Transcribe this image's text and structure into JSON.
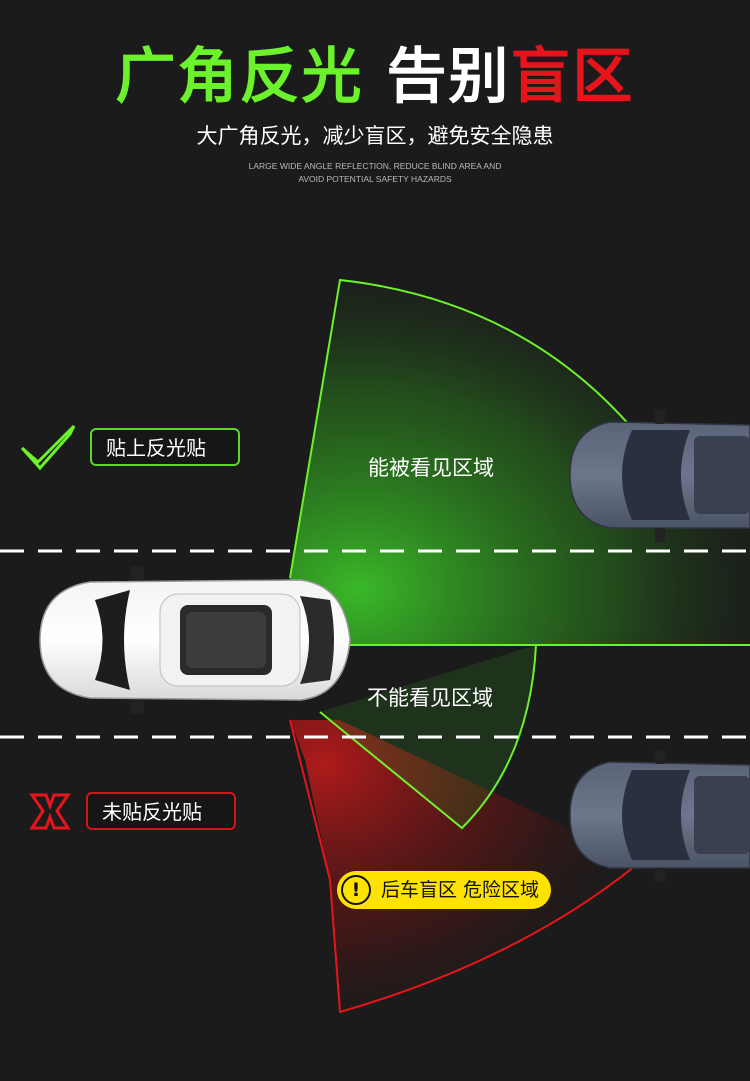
{
  "header": {
    "title_green": "广角反光",
    "title_white": "告别",
    "title_red": "盲区",
    "subtitle": "大广角反光，减少盲区，避免安全隐患",
    "english_line1": "LARGE WIDE ANGLE REFLECTION, REDUCE BLIND AREA AND",
    "english_line2": "AVOID POTENTIAL SAFETY HAZARDS"
  },
  "labels": {
    "with_sticker": "贴上反光贴",
    "without_sticker": "未贴反光贴",
    "visible_area": "能被看见区域",
    "invisible_area": "不能看见区域",
    "danger_zone": "后车盲区 危险区域",
    "warning_symbol": "!"
  },
  "icons": {
    "check": "check-mark-icon",
    "cross": "x-mark-icon",
    "warning": "warning-icon"
  },
  "colors": {
    "background": "#1b1b1b",
    "green": "#6cf22c",
    "red": "#e8141b",
    "yellow": "#ffe300",
    "lane_marking": "#ffffff"
  }
}
